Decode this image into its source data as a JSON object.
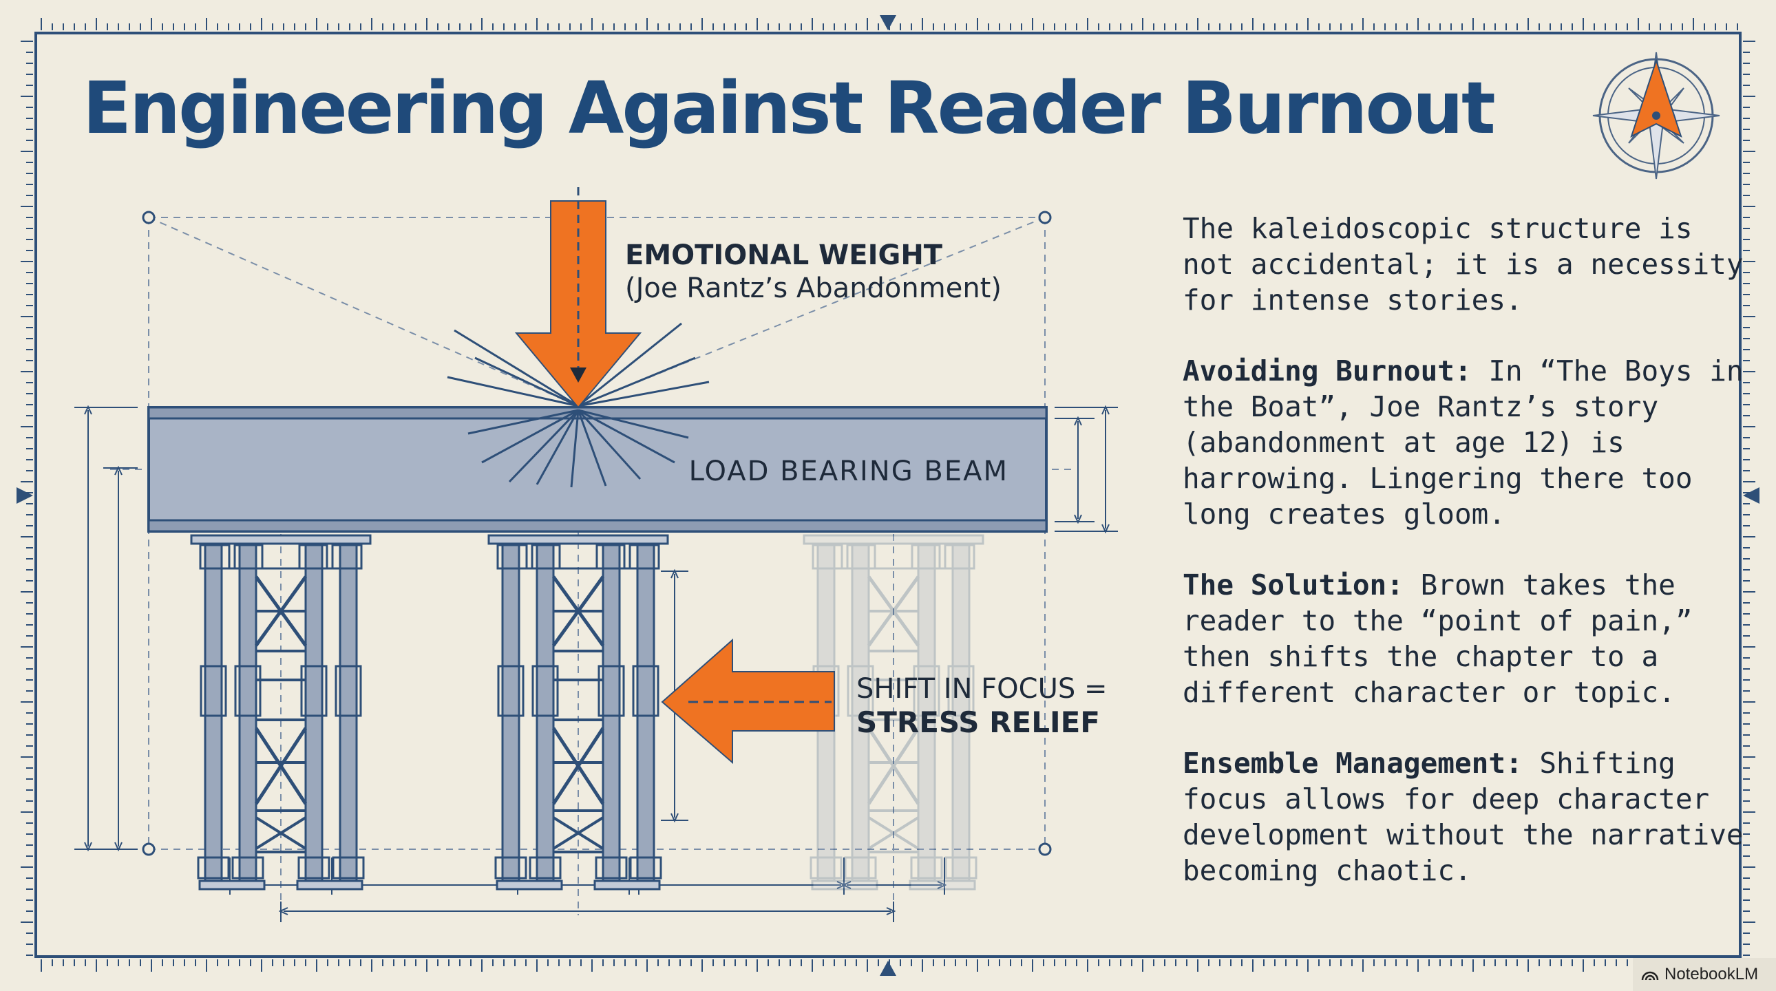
{
  "title": "Engineering Against Reader Burnout",
  "diagram": {
    "force_title": "EMOTIONAL WEIGHT",
    "force_subtitle": "(Joe Rantz’s Abandonment)",
    "beam_label": "LOAD BEARING BEAM",
    "shift_line1": "SHIFT IN FOCUS =",
    "shift_line2": "STRESS RELIEF"
  },
  "body": {
    "intro": "The kaleidoscopic structure is not accidental; it is a necessity for intense stories.",
    "sections": [
      {
        "heading": "Avoiding Burnout:",
        "text": " In “The Boys in the Boat”, Joe Rantz’s story (abandonment at age 12) is harrowing. Lingering there too long creates gloom."
      },
      {
        "heading": "The Solution:",
        "text": " Brown takes the reader to the “point of pain,” then shifts the chapter to a different character or topic."
      },
      {
        "heading": "Ensemble Management:",
        "text": " Shifting focus allows for deep character development without the narrative becoming chaotic."
      }
    ]
  },
  "badge": {
    "label": "NotebookLM",
    "icon": "notebooklm-logo-icon"
  },
  "icons": {
    "compass": "compass-rose-icon"
  },
  "colors": {
    "accent_orange": "#ef7322",
    "title_blue": "#1f4a7a",
    "blueprint_line": "#2e4f78",
    "paper": "#f0ece0",
    "beam": "#a9b4c6"
  }
}
